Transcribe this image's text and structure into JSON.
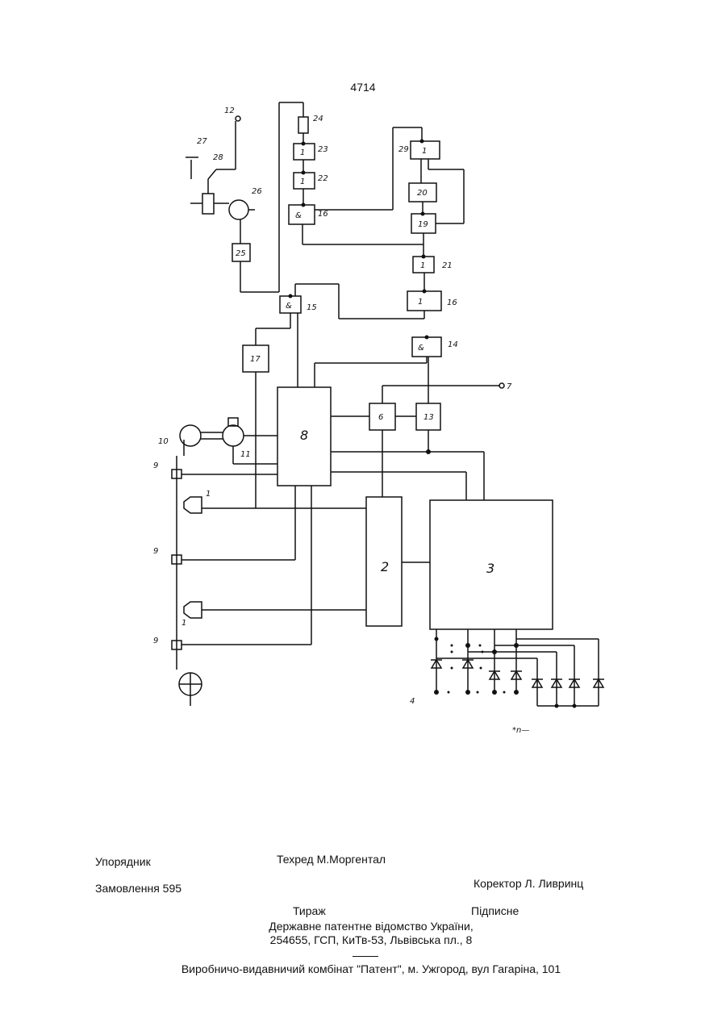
{
  "page_number": "4714",
  "diagram": {
    "block_labels": {
      "b8": "8",
      "b6": "6",
      "b13": "13",
      "b2": "2",
      "b3": "3",
      "b17": "17",
      "b15": "&",
      "b14": "&",
      "b16": "1",
      "b21": "1",
      "b19": "19",
      "b20": "20",
      "b29": "1",
      "b18": "&",
      "b22": "1",
      "b23": "1",
      "b25": "25"
    },
    "ref_labels": {
      "r12": "12",
      "r24": "24",
      "r23": "23",
      "r22": "22",
      "r16a": "16",
      "r27": "27",
      "r28": "28",
      "r26": "26",
      "r29": "29",
      "r21": "21",
      "r16b": "16",
      "r14": "14",
      "r15": "15",
      "r7": "7",
      "r11": "11",
      "r10": "10",
      "r9a": "9",
      "r9b": "9",
      "r9c": "9",
      "r1a": "1",
      "r1b": "1",
      "r4": "4",
      "rn": "*n—"
    }
  },
  "footer": {
    "compiler": "Упорядник",
    "techred": "Техред М.Моргентал",
    "order": "Замовлення 595",
    "corrector": "Коректор  Л. Ливринц",
    "circulation": "Тираж",
    "subscription": "Підписне",
    "office_line1": "Державне патентне відомство України,",
    "office_line2": "254655, ГСП, КиТв-53, Львівська пл., 8",
    "publisher": "Виробничо-видавничий комбінат   \"Патент\", м. Ужгород, вул Гагаріна, 101"
  }
}
